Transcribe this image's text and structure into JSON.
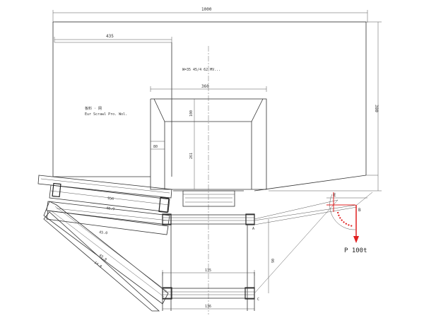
{
  "drawing": {
    "dims": {
      "top_overall": "1000",
      "left_width": "435",
      "hopper_top": "360",
      "right_height": "380",
      "hopper_upper_h": "100",
      "hopper_lower_h": "261",
      "hopper_left_h": "80",
      "bar_lower": "956",
      "frame_a": "40.9",
      "frame_b": "45.0",
      "diag_a": "65.0",
      "diag_b": "14.8",
      "vertical_span": "90",
      "bottom_upper": "135",
      "bottom_lower": "136"
    },
    "notes": {
      "top_note": "W=35 45/4 62 MV...",
      "left_note_1": "板料 · 网",
      "left_note_2": "Eur Scrawl Pro. Wol."
    },
    "markers": {
      "point_e": "E",
      "point_b": "B",
      "point_a": "A",
      "point_c": "C",
      "load_label": "P 100t"
    }
  },
  "colors": {
    "line": "#333333",
    "load_red": "#e02020",
    "hatch_red": "#e02020"
  }
}
